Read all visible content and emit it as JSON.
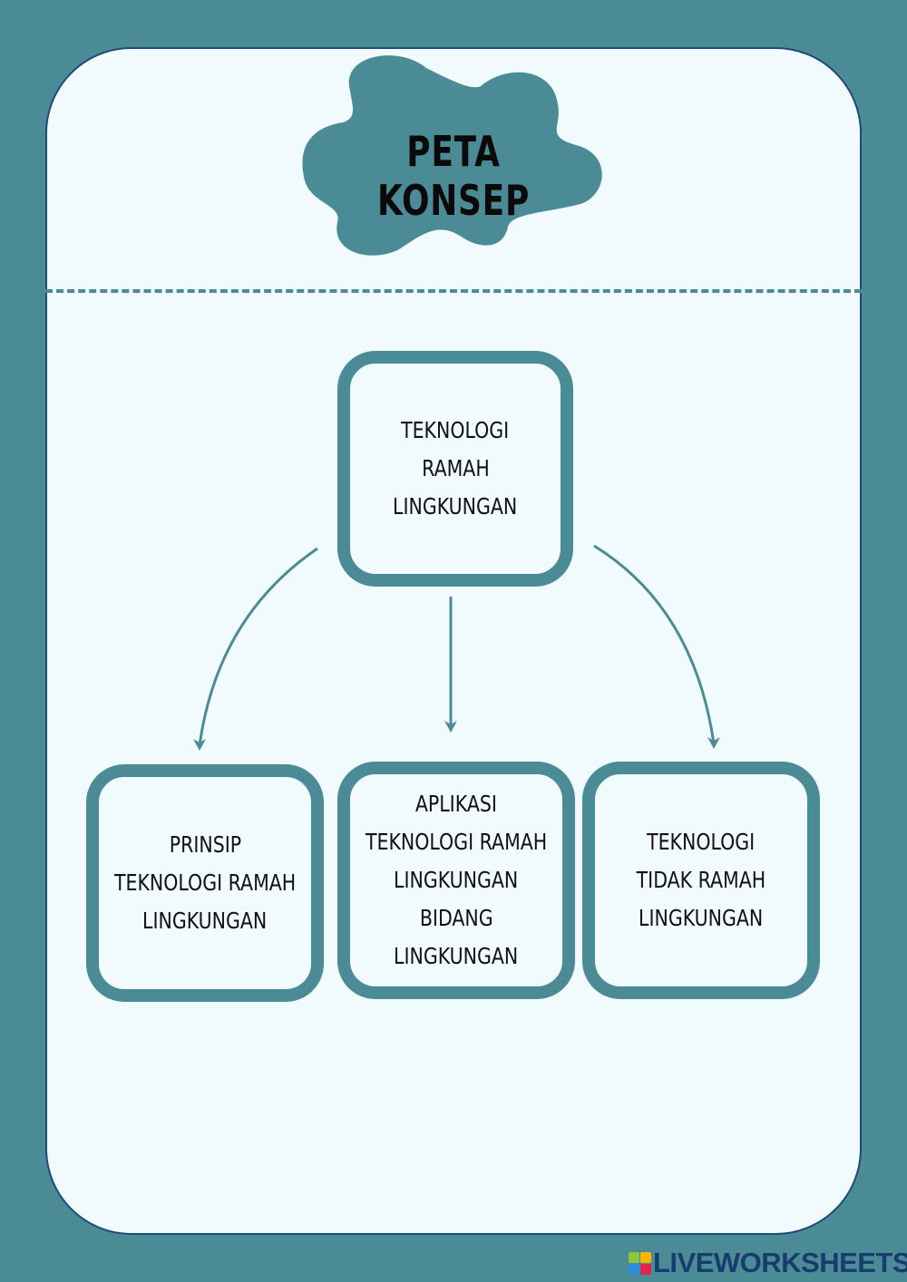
{
  "title": "PETA KONSEP",
  "root": {
    "lines": [
      "TEKNOLOGI",
      "RAMAH",
      "LINGKUNGAN"
    ]
  },
  "children": [
    {
      "lines": [
        "PRINSIP",
        "TEKNOLOGI RAMAH",
        "LINGKUNGAN"
      ]
    },
    {
      "lines": [
        "APLIKASI",
        "TEKNOLOGI RAMAH",
        "LINGKUNGAN",
        "BIDANG",
        "LINGKUNGAN"
      ]
    },
    {
      "lines": [
        "TEKNOLOGI",
        "TIDAK RAMAH",
        "LINGKUNGAN"
      ]
    }
  ],
  "watermark": "LIVEWORKSHEETS",
  "colors": {
    "background": "#4b8b96",
    "panel": "#f1fbfd",
    "border": "#1e4a7a"
  }
}
